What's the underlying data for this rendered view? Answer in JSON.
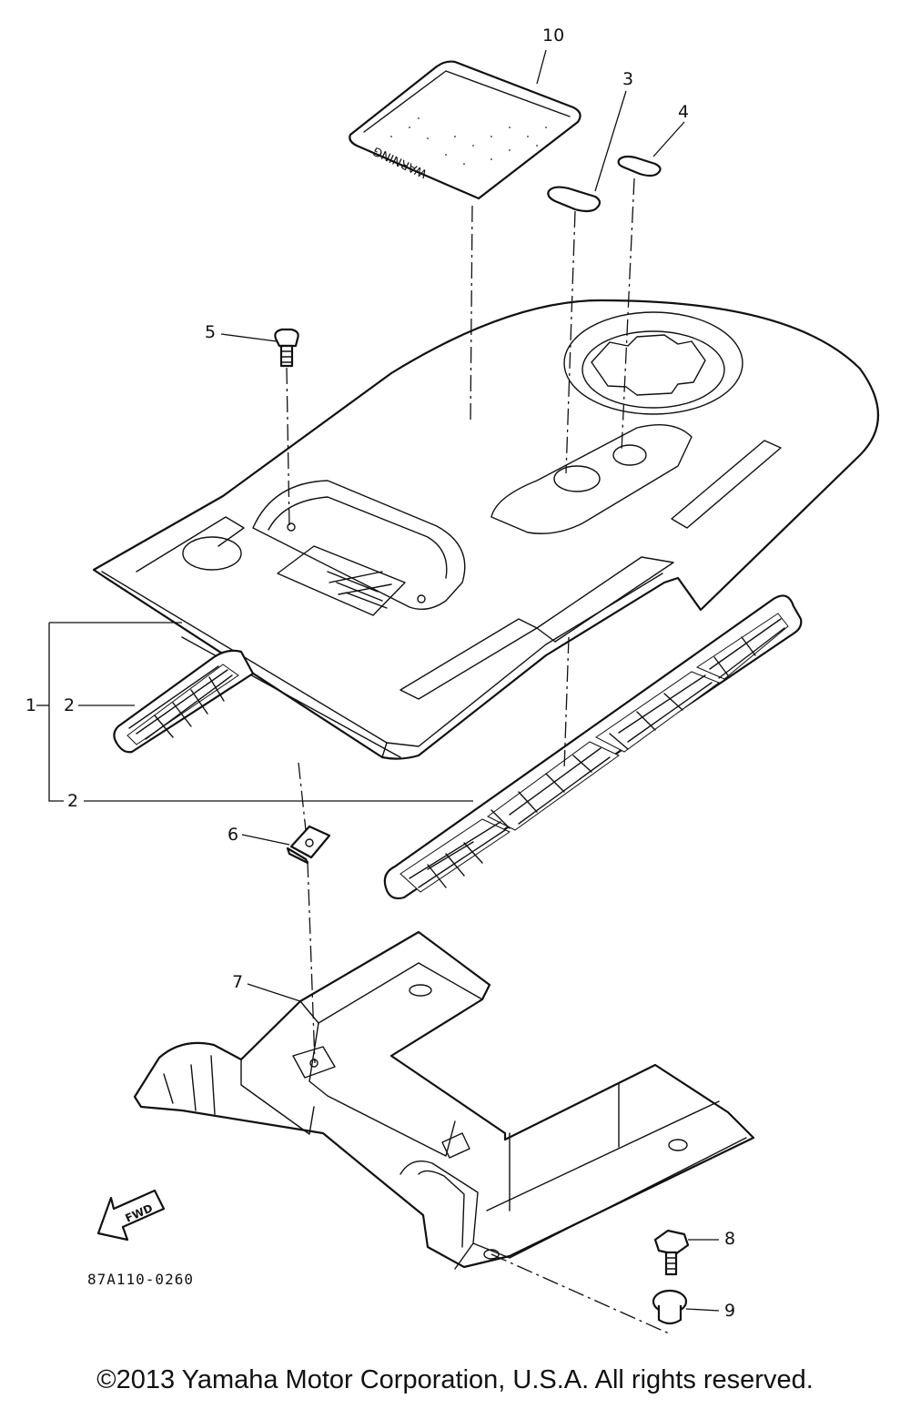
{
  "diagram": {
    "callouts": {
      "c10": "10",
      "c3": "3",
      "c4": "4",
      "c5": "5",
      "c1": "1",
      "c2a": "2",
      "c2b": "2",
      "c6": "6",
      "c7": "7",
      "c8": "8",
      "c9": "9"
    },
    "label_text": "WARNING",
    "fwd_text": "FWD",
    "drawing_code": "87A110-0260"
  },
  "footer": {
    "copyright": "©2013 Yamaha Motor Corporation, U.S.A. All rights reserved."
  }
}
